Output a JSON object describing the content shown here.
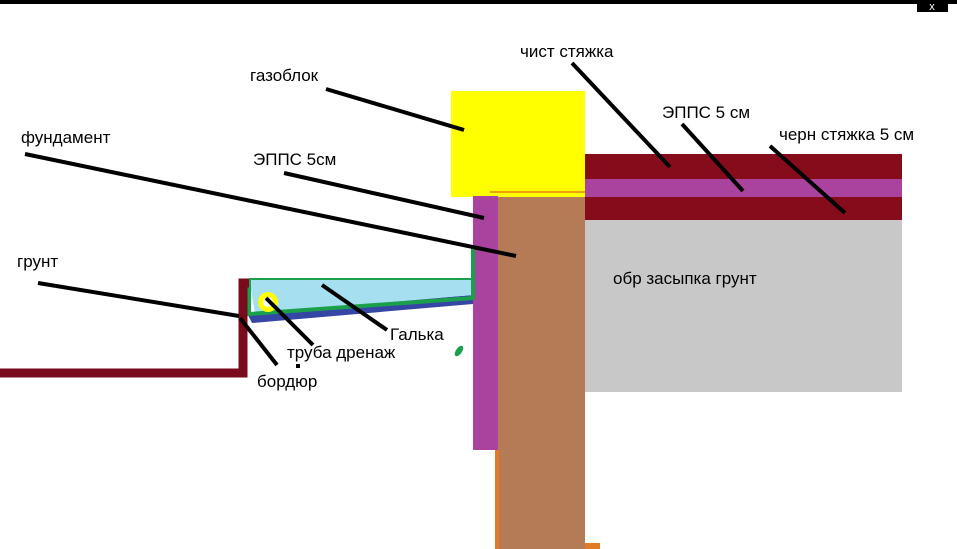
{
  "labels": {
    "gazoblok": "газоблок",
    "chist_styazhka": "чист стяжка",
    "epps_5_sm_floor": "ЭППС 5 см",
    "chern_styazhka": "черн стяжка 5 см",
    "fundament": "фундамент",
    "epps_5sm_wall": "ЭППС 5см",
    "grunt": "грунт",
    "obr_zasypka": "обр засыпка грунт",
    "galka": "Галька",
    "truba_drenazh": "труба дренаж",
    "bordyur": "бордюр"
  },
  "window": {
    "close_label": "x"
  },
  "colors": {
    "foundation": "#b57a56",
    "epps": "#a9439e",
    "screed": "#860c1c",
    "gasblock": "#ffff00",
    "backfill": "#c8c8c8",
    "pebbles": "#a6dff0",
    "membrane": "#1aa04a",
    "base_layer": "#3546a5",
    "ground_line": "#7a0b1c",
    "top_border": "#000000"
  }
}
